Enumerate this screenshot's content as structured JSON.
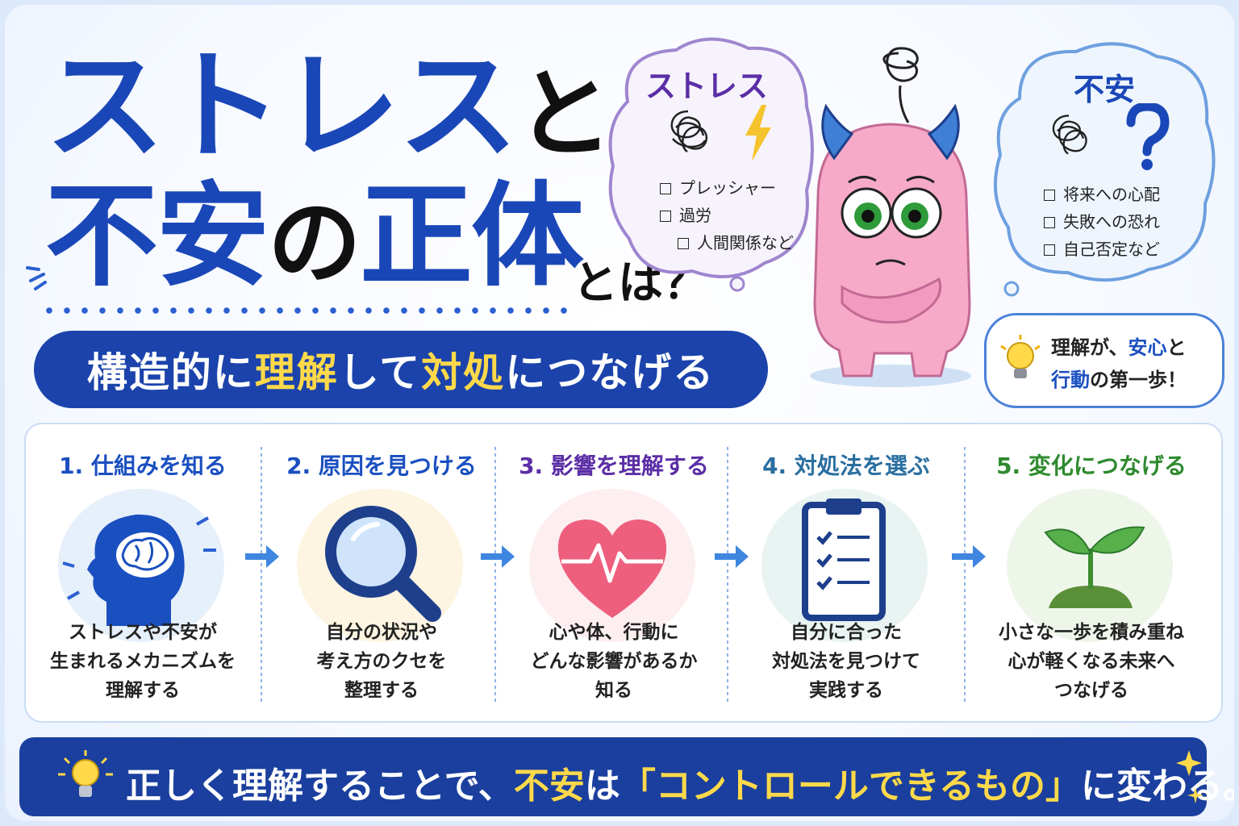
{
  "title": {
    "line1_main": "ストレス",
    "line1_particle": "と",
    "line2_a": "不安",
    "line2_particle": "の",
    "line2_b": "正体",
    "line3": "とは？"
  },
  "subtitle": {
    "p1": "構造的に",
    "hl1": "理解",
    "p2": "して",
    "hl2": "対処",
    "p3": "につなげる"
  },
  "stress_cloud": {
    "title": "ストレス",
    "items": [
      "プレッシャー",
      "過労",
      "人間関係など"
    ]
  },
  "anxiety_cloud": {
    "title": "不安",
    "items": [
      "将来への心配",
      "失敗への恐れ",
      "自己否定など"
    ]
  },
  "speech": {
    "p1": "理解が、",
    "blue1": "安心",
    "p2": "と",
    "blue2": "行動",
    "p3": "の第一歩！"
  },
  "steps": [
    {
      "heading": "1. 仕組みを知る",
      "color": "#1a4fc0",
      "circle": "#e6f0fb",
      "icon": "head-brain-icon",
      "desc": [
        "ストレスや不安が",
        "生まれるメカニズムを",
        "理解する"
      ]
    },
    {
      "heading": "2. 原因を見つける",
      "color": "#1a4fc0",
      "circle": "#fdf4e1",
      "icon": "magnifier-icon",
      "desc": [
        "自分の状況や",
        "考え方のクセを",
        "整理する"
      ]
    },
    {
      "heading": "3. 影響を理解する",
      "color": "#5b2ea6",
      "circle": "#fdeef0",
      "icon": "heart-pulse-icon",
      "desc": [
        "心や体、行動に",
        "どんな影響があるか",
        "知る"
      ]
    },
    {
      "heading": "4. 対処法を選ぶ",
      "color": "#2a6fa0",
      "circle": "#e8f3f2",
      "icon": "clipboard-checklist-icon",
      "desc": [
        "自分に合った",
        "対処法を見つけて",
        "実践する"
      ]
    },
    {
      "heading": "5. 変化につなげる",
      "color": "#2e8a2e",
      "circle": "#eef6ea",
      "icon": "sprout-icon",
      "desc": [
        "小さな一歩を積み重ね",
        "心が軽くなる未来へ",
        "つなげる"
      ]
    }
  ],
  "bottom": {
    "p1": "正しく理解することで、",
    "hl1": "不安",
    "p2": "は",
    "hl2": "「コントロールできるもの」",
    "p3": "に変わる。"
  },
  "colors": {
    "title_blue": "#1a47b8",
    "accent_yellow": "#ffd94a",
    "navy": "#1a3f9e"
  }
}
